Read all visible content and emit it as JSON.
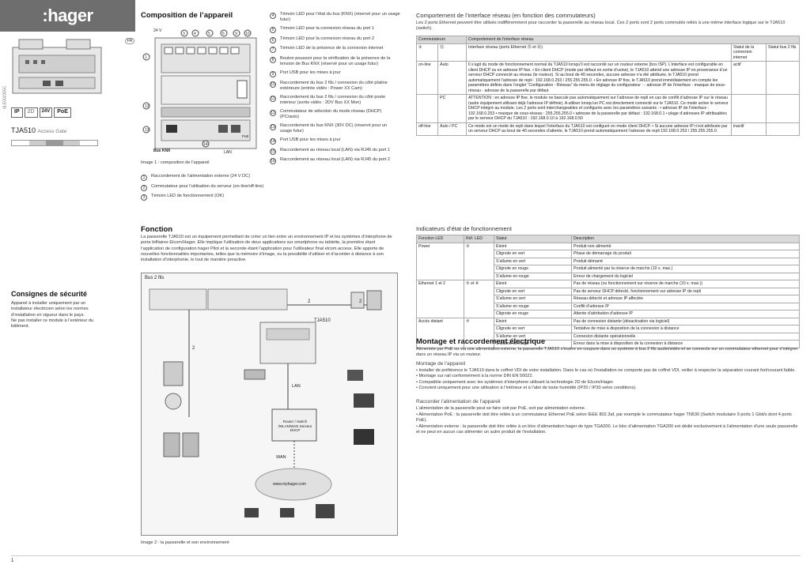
{
  "brand": {
    "logo": ":hager",
    "fr_badge": "FR"
  },
  "product": {
    "code": "TJA510",
    "name": "Access Gate",
    "side_ref": "6LE002355C",
    "badges": [
      "IP",
      "2D",
      "24V",
      "PoE"
    ]
  },
  "composition": {
    "title": "Composition de l’appareil",
    "caption": "Image 1 : composition de l’appareil",
    "diagram_labels": {
      "volt": "24 V",
      "bus": "Bus KNX",
      "lan": "LAN",
      "poe": "PoE"
    },
    "items": [
      {
        "n": "1",
        "text": "Raccordement de l’alimentation externe (24 V DC)"
      },
      {
        "n": "2",
        "text": "Commutateur pour l’utilisation du serveur (on-line/off-line)"
      },
      {
        "n": "3",
        "text": "Témoin LED de fonctionnement (OK)"
      },
      {
        "n": "4",
        "text": "Témoin LED pour l’état du bus (KNX) (réservé pour un usage futur)"
      },
      {
        "n": "5",
        "text": "Témoin LED pour la connexion réseau du port 1"
      },
      {
        "n": "6",
        "text": "Témoin LED pour la connexion réseau du port 2"
      },
      {
        "n": "7",
        "text": "Témoin LED de la présence de la connexion internet"
      },
      {
        "n": "8",
        "text": "Bouton poussoir pour la vérification de la présence de la tension de Bus KNX (réservé pour un usage futur)"
      },
      {
        "n": "9",
        "text": "Port USB pour les mises à jour"
      },
      {
        "n": "10",
        "text": "Raccordement du bus 2 fils / connexion du côté platine extérieure (entrée vidéo : Power XX Cam)"
      },
      {
        "n": "11",
        "text": "Raccordement du bus 2 fils / connexion du côté poste intérieur (sortie vidéo : 2DV Bus XX Mon)"
      },
      {
        "n": "12",
        "text": "Commutateur de sélection du mode réseau (DHCP) (PC/auto)"
      },
      {
        "n": "13",
        "text": "Raccordement du bus KNX (30V DC) (réservé pour un usage futur)"
      },
      {
        "n": "14",
        "text": "Port USB pour les mises à jour"
      },
      {
        "n": "15",
        "text": "Raccordement au réseau local (LAN) via RJ45 du port 1"
      },
      {
        "n": "16",
        "text": "Raccordement au réseau local (LAN) via RJ45 du port 2"
      }
    ]
  },
  "safety": {
    "title": "Consignes de sécurité",
    "lines": [
      "Appareil à installer uniquement par un",
      "installateur électricien selon les normes",
      "d’installation en vigueur dans le pays.",
      "Ne pas installer ce module à l’extérieur du",
      "bâtiment."
    ]
  },
  "fonction": {
    "title": "Fonction",
    "body": "La passerelle TJA510 est un équipement permettant de créer un lien entre un environnement IP et les systèmes d’interphone de porte bifilaires Elcom/Hager. Elle implique l’utilisation de deux applications sur smartphone ou tablette, la première étant l’application de configuration hager Pilot et la seconde étant l’application pour l’utilisateur final elcom access. Elle apporte de nouvelles fonctionnalités importantes, telles que la mémoire d’image, ou la possibilité d’utiliser et d’accéder à distance à son installation d’interphonie, le tout de manière proactive.",
    "fig_title": "Bus 2 fils",
    "fig_labels": {
      "device": "TJA510",
      "two_a": "2",
      "two_b": "2",
      "two_c": "2",
      "lan": "LAN",
      "router": "Router / Switch /WLAN/WAN Serveur DHCP",
      "wan": "WAN",
      "cloud": "www.myhager.com"
    },
    "caption": "Image 2 : la passerelle et son environnement"
  },
  "comport": {
    "title": "Comportement de l’interface réseau (en fonction des commutateurs)",
    "intro": "Les 2 ports Ethernet peuvent être utilisés indifféremment pour raccorder la passerelle au réseau local. Ces 2 ports sont 2 ports commutés reliés à une même interface logique sur le TJA510 (switch).",
    "head": [
      "Commutateurs",
      "Comportement de l’interface réseau"
    ],
    "sub": [
      "②",
      "⑫",
      "Interface réseau (ports Ethernet ⑮ et ⑯)",
      "Statut de la connexion internet",
      "Statut bus 2 fils"
    ],
    "rows": [
      {
        "a": "on-line",
        "b": "Auto",
        "c": "Il s’agit du mode de fonctionnement normal du TJA510 lorsqu’il est raccordé sur un routeur externe (box ISP). L’interface est configurable en client DHCP ou en adresse IP fixe. • En client DHCP (mode par défaut en sortie d’usine), le TJA510 attend une adresse IP en provenance d’un serveur DHCP connecté au réseau (le routeur). Si au bout de 40 secondes, aucune adresse n’a été attribuée, le TJA510 prend automatiquement l’adresse de repli : 192.168.0.253 / 255.255.255.0. • En adresse IP fixe, le TJA510 prend immédiatement en compte les paramètres définis dans l’onglet “Configuration - Réseau” du menu de réglage du configurateur : - adresse IP de l’interface - masque de sous-réseau - adresse de la passerelle par défaut",
        "d": "actif",
        "e": ""
      },
      {
        "a": "",
        "b": "PC",
        "c": "ATTENTION : en adresse IP fixe, le module ne bascule pas automatiquement sur l’adresse de repli en cas de conflit d’adresse IP sur le réseau (autre équipement utilisant déjà l’adresse IP définie). A utiliser lorsqu’un PC est directement connecté sur le TJA510. Ce mode active le serveur DHCP intégré au module. Les 2 ports sont interchangeables et configurés avec les paramètres suivants : • adresse IP de l’interface : 192.168.0.253 • masque de sous-réseau : 255.255.255.0 • adresse de la passerelle par défaut : 192.168.0.1 • plage d’adresses IP attribuables par le serveur DHCP du TJA510 : 192.168.0.10 à 192.168.0.50",
        "d": "",
        "e": ""
      },
      {
        "a": "off-line",
        "b": "Auto / PC",
        "c": "Ce mode est un mode de repli dans lequel l’interface du TJA510 est configuré en mode client DHCP. • Si aucune adresse IP n’est attribuée par un serveur DHCP au bout de 40 secondes d’attente, le TJA510 prend automatiquement l’adresse de repli 192.168.0.253 / 255.255.255.0.",
        "d": "inactif",
        "e": ""
      }
    ]
  },
  "leds": {
    "title": "Indicateurs d’état de fonctionnement",
    "head": [
      "Fonction LED",
      "Réf. LED",
      "Statut",
      "Description"
    ],
    "groups": [
      {
        "f": "Power",
        "r": "③",
        "rows": [
          [
            "Éteint",
            "Produit non alimenté"
          ],
          [
            "Clignote en vert",
            "Phase de démarrage du produit"
          ],
          [
            "S’allume en vert",
            "Produit démarré"
          ],
          [
            "Clignote en rouge",
            "Produit alimenté par la réserve de marche (10 s. max.)"
          ],
          [
            "S’allume en rouge",
            "Erreur de chargement du logiciel"
          ]
        ]
      },
      {
        "f": "Ethernet 1 et 2",
        "r": "⑤ et ⑥",
        "rows": [
          [
            "Éteint",
            "Pas de réseau (ou fonctionnement sur réserve de marche (10 s. max.))"
          ],
          [
            "Clignote en vert",
            "Pas de serveur DHCP détecté, fonctionnement sur adresse IP de repli"
          ],
          [
            "S’allume en vert",
            "Réseau détecté et adresse IP affectée"
          ],
          [
            "S’allume en rouge",
            "Conflit d’adresse IP"
          ],
          [
            "Clignote en rouge",
            "Attente d’attribution d’adresse IP"
          ]
        ]
      },
      {
        "f": "Accès distant",
        "r": "⑦",
        "rows": [
          [
            "Éteint",
            "Pas de connexion distante (désactivation via logiciel)"
          ],
          [
            "Clignote en vert",
            "Tentative de mise à disposition de la connexion à distance"
          ],
          [
            "S’allume en vert",
            "Connexion distante opérationnelle"
          ],
          [
            "S’allume en rouge",
            "Erreur dans la mise à disposition de la connexion à distance"
          ]
        ]
      }
    ]
  },
  "montage": {
    "title": "Montage et raccordement électrique",
    "intro": "Alimentée par PoE ou via une alimentation externe, la passerelle TJA510 s’insère en coupure dans un système à bus 2 fils audio/vidéo et se connecte sur un commutateur ethernet pour s’intégrer dans un réseau IP via un routeur.",
    "sub1": "Montage de l’appareil",
    "bul1": [
      "Installer de préférence le TJA510 dans le coffret VDI de votre installation. Dans le cas où l’installation ne comporte pas de coffret VDI, veiller à respecter la séparation courant fort/courant faible.",
      "Montage sur rail conformément à la norme DIN EN 50022.",
      "Compatible uniquement avec les systèmes d’interphone utilisant la technologie 2D de Elcom/Hager.",
      "Convient uniquement pour une utilisation à l’intérieur et à l’abri de toute humidité (IP20 / IP30 selon conditions)."
    ],
    "sub2": "Raccorder l’alimentation de l’appareil",
    "sub2b": "L’alimentation de la passerelle peut se faire soit par PoE, soit par alimentation externe.",
    "bul2": [
      "Alimentation PoE : la passerelle doit être reliée à un commutateur Ethernet PoE selon IEEE 802.3af, par exemple le commutateur hager TN530 (Switch modulaire 9 ports 1 Gbit/s dont 4 ports PoE).",
      "Alimentation externe : la passerelle doit être reliée à un bloc d’alimentation hager de type TGA200. Le bloc d’alimentation TGA200 est dédié exclusivement à l’alimentation d’une seule passerelle et ne peut en aucun cas alimenter un autre produit de l’installation."
    ]
  },
  "footer": {
    "page": "1"
  }
}
